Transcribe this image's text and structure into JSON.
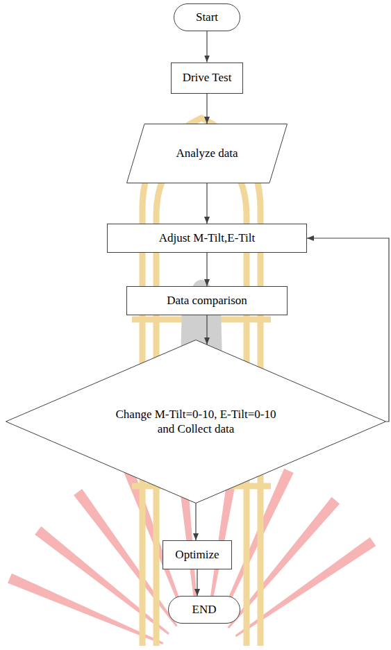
{
  "diagram": {
    "nodes": [
      {
        "text": [
          "Start"
        ]
      },
      {
        "text": [
          "Drive Test"
        ]
      },
      {
        "text": [
          "Analyze data"
        ]
      },
      {
        "text": [
          "Adjust M-Tilt,E-Tilt"
        ]
      },
      {
        "text": [
          "Data comparison"
        ]
      },
      {
        "text": [
          "Change M-Tilt=0-10, E-Tilt=0-10 and Collect data"
        ]
      },
      {
        "text": [
          "Optimize"
        ]
      },
      {
        "text": [
          "END"
        ]
      }
    ],
    "edges": [
      {
        "from": 0,
        "to": 1,
        "arrow": "to"
      },
      {
        "from": 1,
        "to": 2,
        "arrow": "to"
      },
      {
        "from": 2,
        "to": 3,
        "arrow": "to"
      },
      {
        "from": 3,
        "to": 4,
        "arrow": "to"
      },
      {
        "from": 4,
        "to": 5,
        "arrow": "to"
      },
      {
        "from": 5,
        "to": 6,
        "arrow": "to"
      },
      {
        "from": 6,
        "to": 7,
        "arrow": "to"
      },
      {
        "from": 5,
        "to": 3,
        "arrow": "to"
      }
    ]
  }
}
